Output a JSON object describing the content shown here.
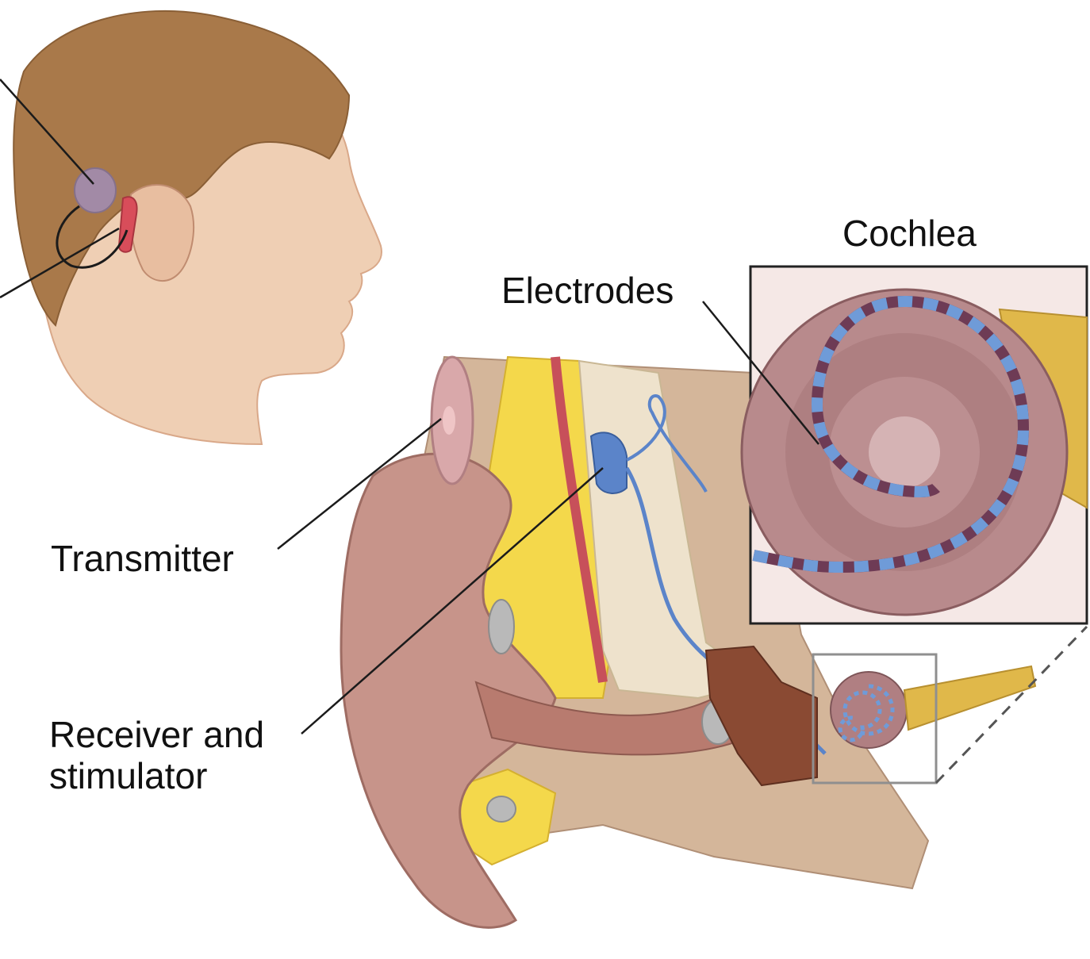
{
  "labels": {
    "cochlea": "Cochlea",
    "electrodes": "Electrodes",
    "transmitter": "Transmitter",
    "receiver_line1": "Receiver and",
    "receiver_line2": "stimulator"
  },
  "colors": {
    "skin": "#efcfb4",
    "skin_shade": "#d9a889",
    "hair": "#a9794a",
    "ear_tissue": "#c7948a",
    "cochlea": "#b07f82",
    "electrode_blue": "#6f9bd8",
    "electrode_dark": "#6e3b55",
    "fat_yellow": "#f4d84b",
    "nerve": "#e0b84a",
    "device_red": "#d84d5a",
    "device_purple": "#a28aa6"
  }
}
